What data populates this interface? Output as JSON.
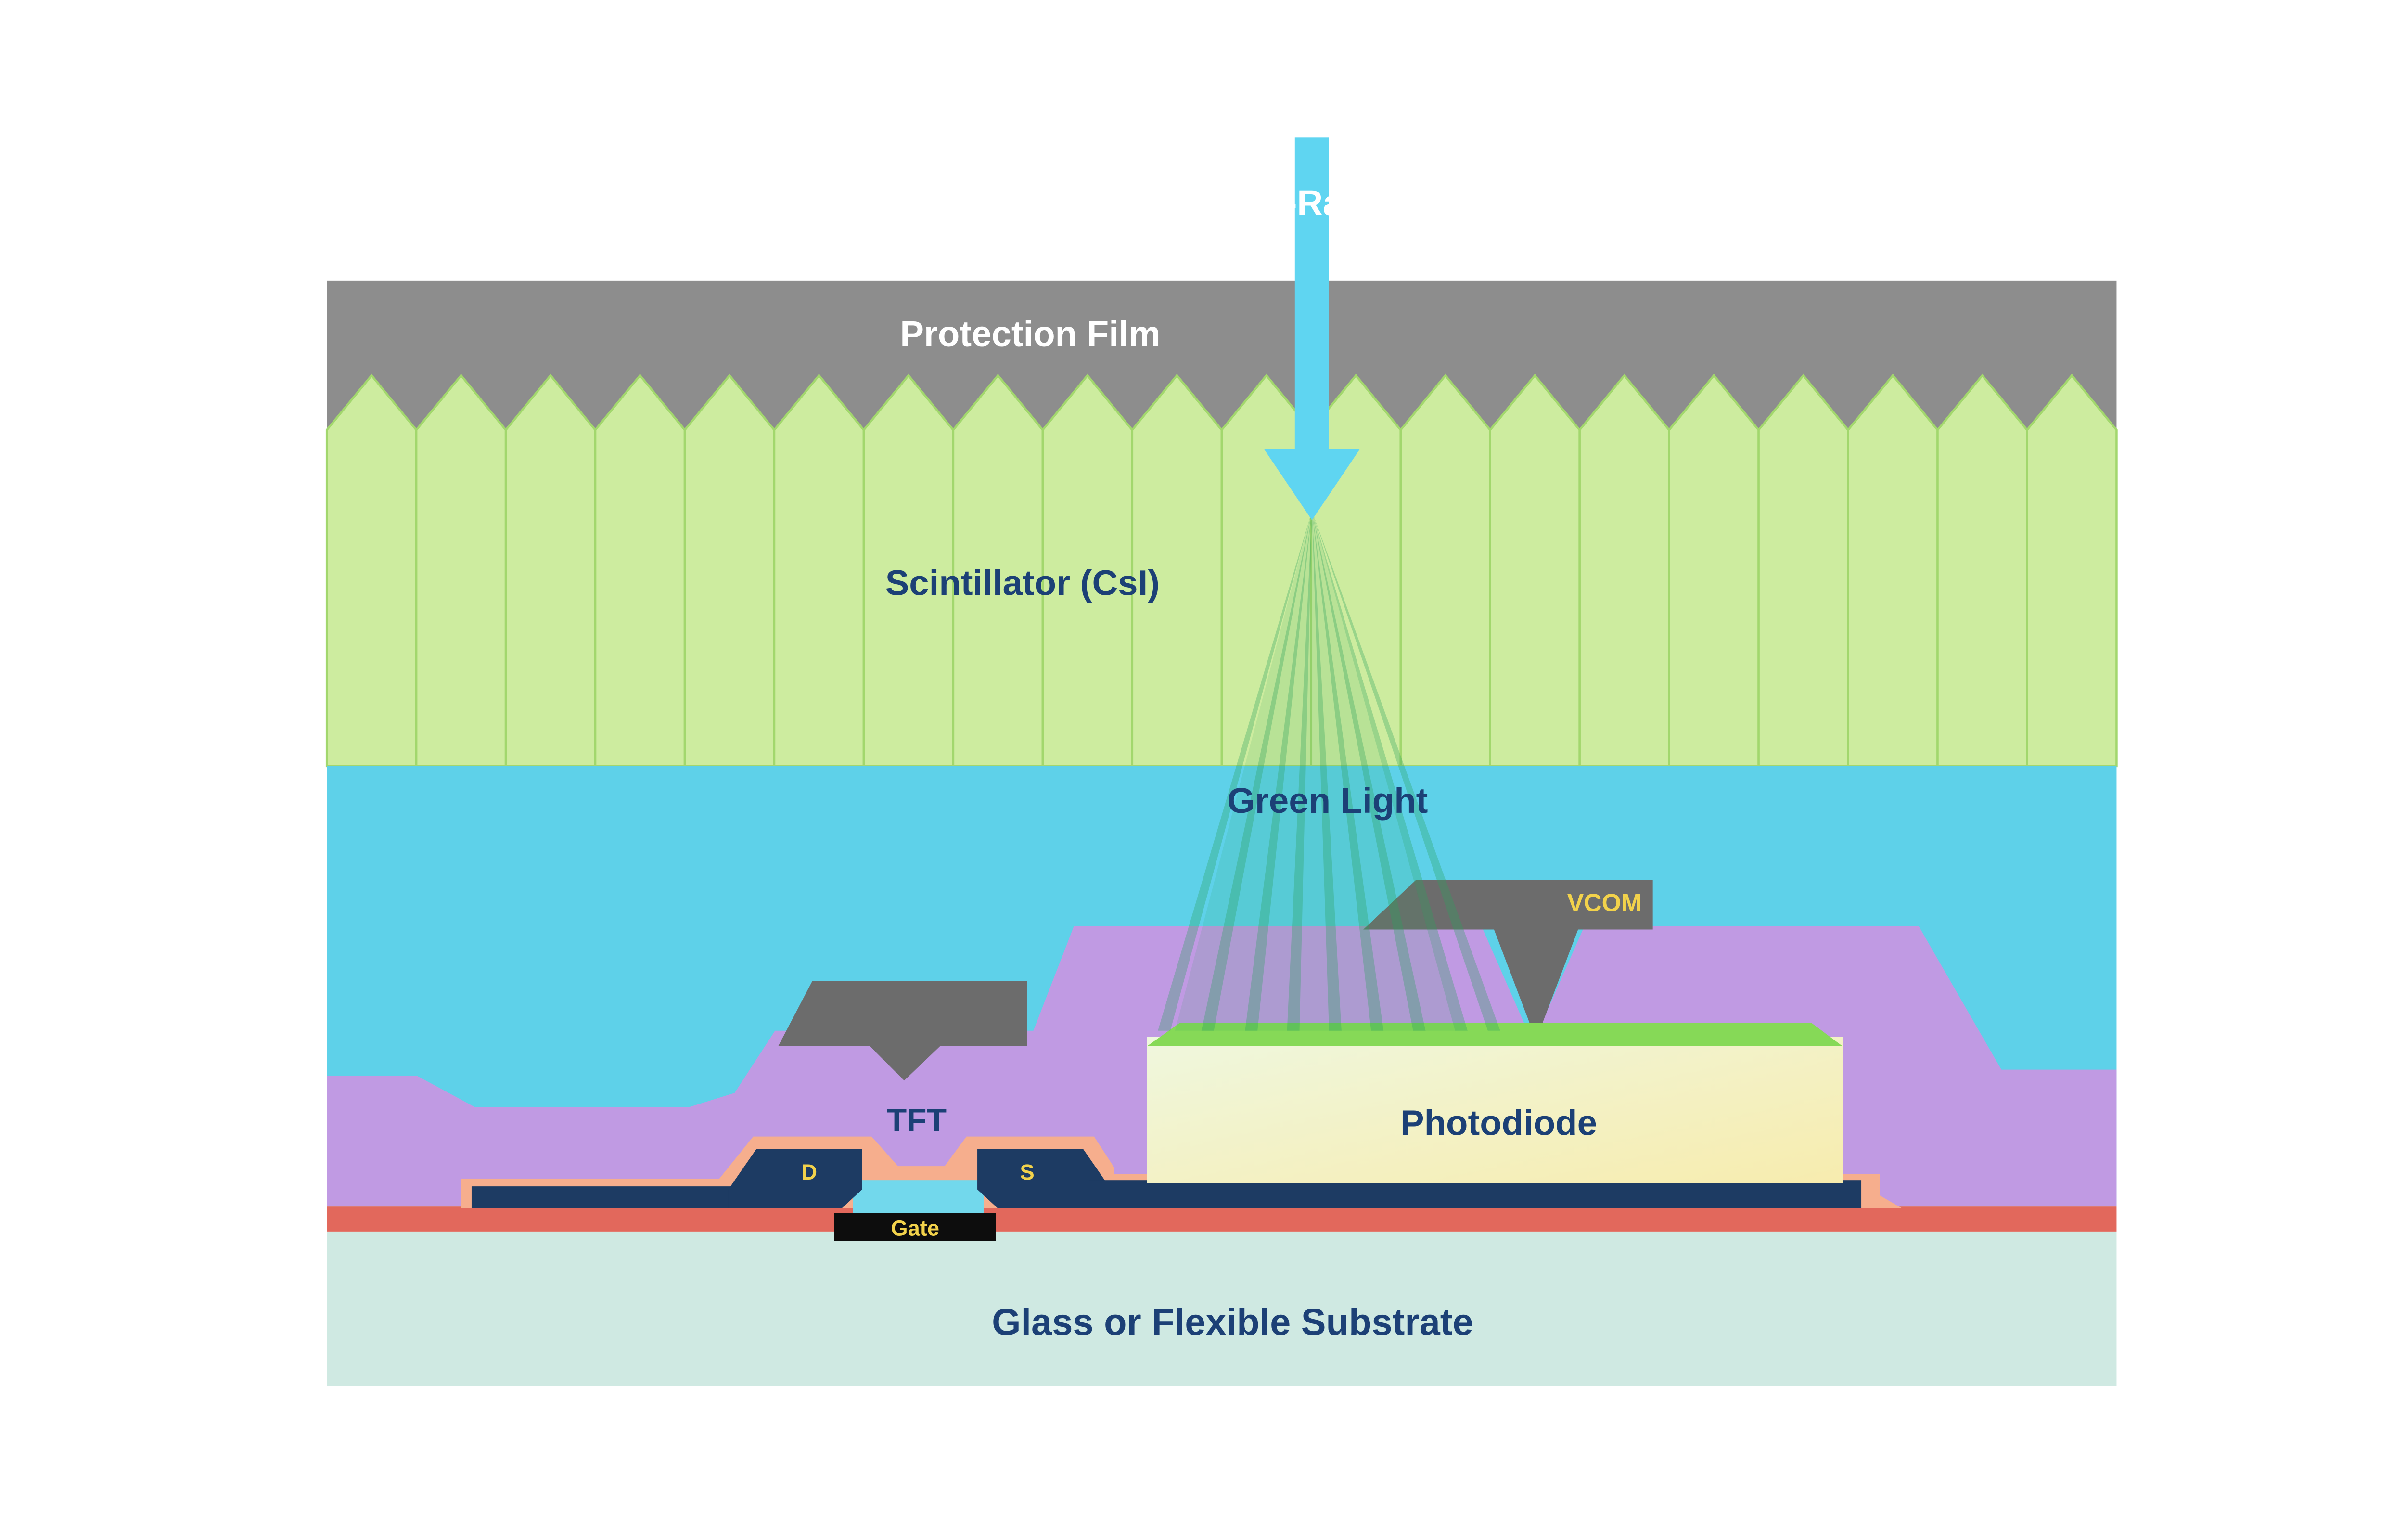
{
  "diagram": {
    "labels": {
      "xray": "X-Ray",
      "protection_film": "Protection Film",
      "scintillator": "Scintillator (CsI)",
      "green_light": "Green Light",
      "vcom": "VCOM",
      "tft": "TFT",
      "photodiode": "Photodiode",
      "drain": "D",
      "source": "S",
      "gate": "Gate",
      "substrate": "Glass or Flexible Substrate"
    }
  },
  "colors": {
    "background": "#ffffff",
    "protection_film": "#8d8d8d",
    "scintillator_fill": "#cdec9f",
    "scintillator_edge": "#a2d76d",
    "light_region": "#5ed1e9",
    "channel_cyan": "#72d8ec",
    "passivation_purple": "#c09ae3",
    "electrode_gray": "#6c6c6c",
    "photodiode_top": "#eff7de",
    "photodiode_bottom": "#f7ecae",
    "photodiode_green_strip": "#86d957",
    "metal_blue": "#1d3b63",
    "insulator_peach": "#f6ae8d",
    "gate_black": "#0d0d0d",
    "gate_line_red": "#e2685c",
    "substrate": "#cfe9e2",
    "xray_arrow": "#5fd5f1",
    "green_ray": "#2ba35c",
    "label_navy": "#1c4076",
    "label_yellow": "#f2d24b",
    "label_white": "#ffffff"
  }
}
